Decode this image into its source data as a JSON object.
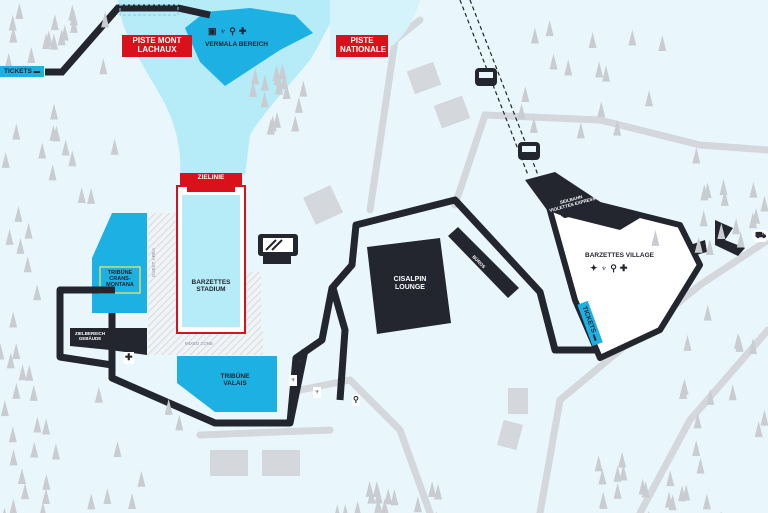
{
  "map": {
    "colors": {
      "background": "#e9f7fc",
      "piste": "#b5ecf8",
      "tribune": "#1cb0e3",
      "path": "#23252f",
      "finish": "#d8111b",
      "road": "#d4d7db",
      "building": "#d4d7db",
      "tree": "#c9ccd1"
    },
    "labels": {
      "piste_mont_lachaux": "PISTE MONT LACHAUX",
      "piste_nationale": "PISTE NATIONALE",
      "vermala_bereich": "VERMALA BEREICH",
      "zielinie": "ZIELINIE",
      "barzettes_stadium": "BARZETTES STADIUM",
      "guest_area": "GUEST AREA",
      "mixed_zone": "MIXED ZONE",
      "tribune_crans_montana": "TRIBÜNE CRANS-MONTANA",
      "zielbereich_gebaude": "ZIELBEREICH GEBÄUDE",
      "tribune_valais": "TRIBÜNE VALAIS",
      "cisalpin_lounge": "CISALPIN LOUNGE",
      "buros": "BÜROS",
      "seilbahn": "SEILBAHN VIOLETTES EXPRESS",
      "barzettes_village": "BARZETTES VILLAGE",
      "tickets_left": "TICKETS",
      "tickets_village": "TICKETS"
    },
    "icons": {
      "vermala": [
        "screen-icon",
        "food-drink-icon",
        "toilet-icon",
        "first-aid-icon"
      ],
      "village": [
        "party-icon",
        "food-drink-icon",
        "toilet-icon",
        "first-aid-icon"
      ],
      "glyphs": {
        "screen": "▣",
        "food": "♆",
        "toilet": "⚲",
        "aid": "✚",
        "party": "✦",
        "ticket": "▬",
        "gondola": "⌂",
        "bus": "⛟"
      }
    }
  }
}
